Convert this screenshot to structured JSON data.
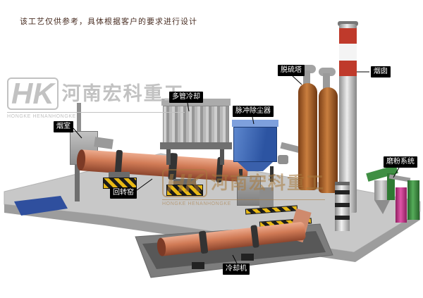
{
  "disclaimer": "该工艺仅供参考，具体根据客户的要求进行设计",
  "watermark": {
    "hk": "HK",
    "cn": "河南宏科重工",
    "en": "HONGKE HENANHONGKE"
  },
  "labels": {
    "smoke_chamber": "烟室",
    "multi_tube_cooler": "多管冷却",
    "pulse_dust_collector": "脉冲除尘器",
    "desulfurization_tower": "脱硫塔",
    "chimney": "烟囱",
    "grinding_system": "磨粉系统",
    "rotary_kiln": "回转窑",
    "cooling_machine": "冷却机"
  },
  "colors": {
    "kiln_salmon": "#d07a55",
    "dust_collector_blue": "#2c54a2",
    "tower_orange": "#c97e3e",
    "chimney_red": "#bf3a2b",
    "hazard_yellow": "#e8b915",
    "magenta_unit": "#e055a8",
    "green_unit": "#3f8f43",
    "ground_gray": "#c8c8c8",
    "pad_blue": "#2f4f9e"
  }
}
